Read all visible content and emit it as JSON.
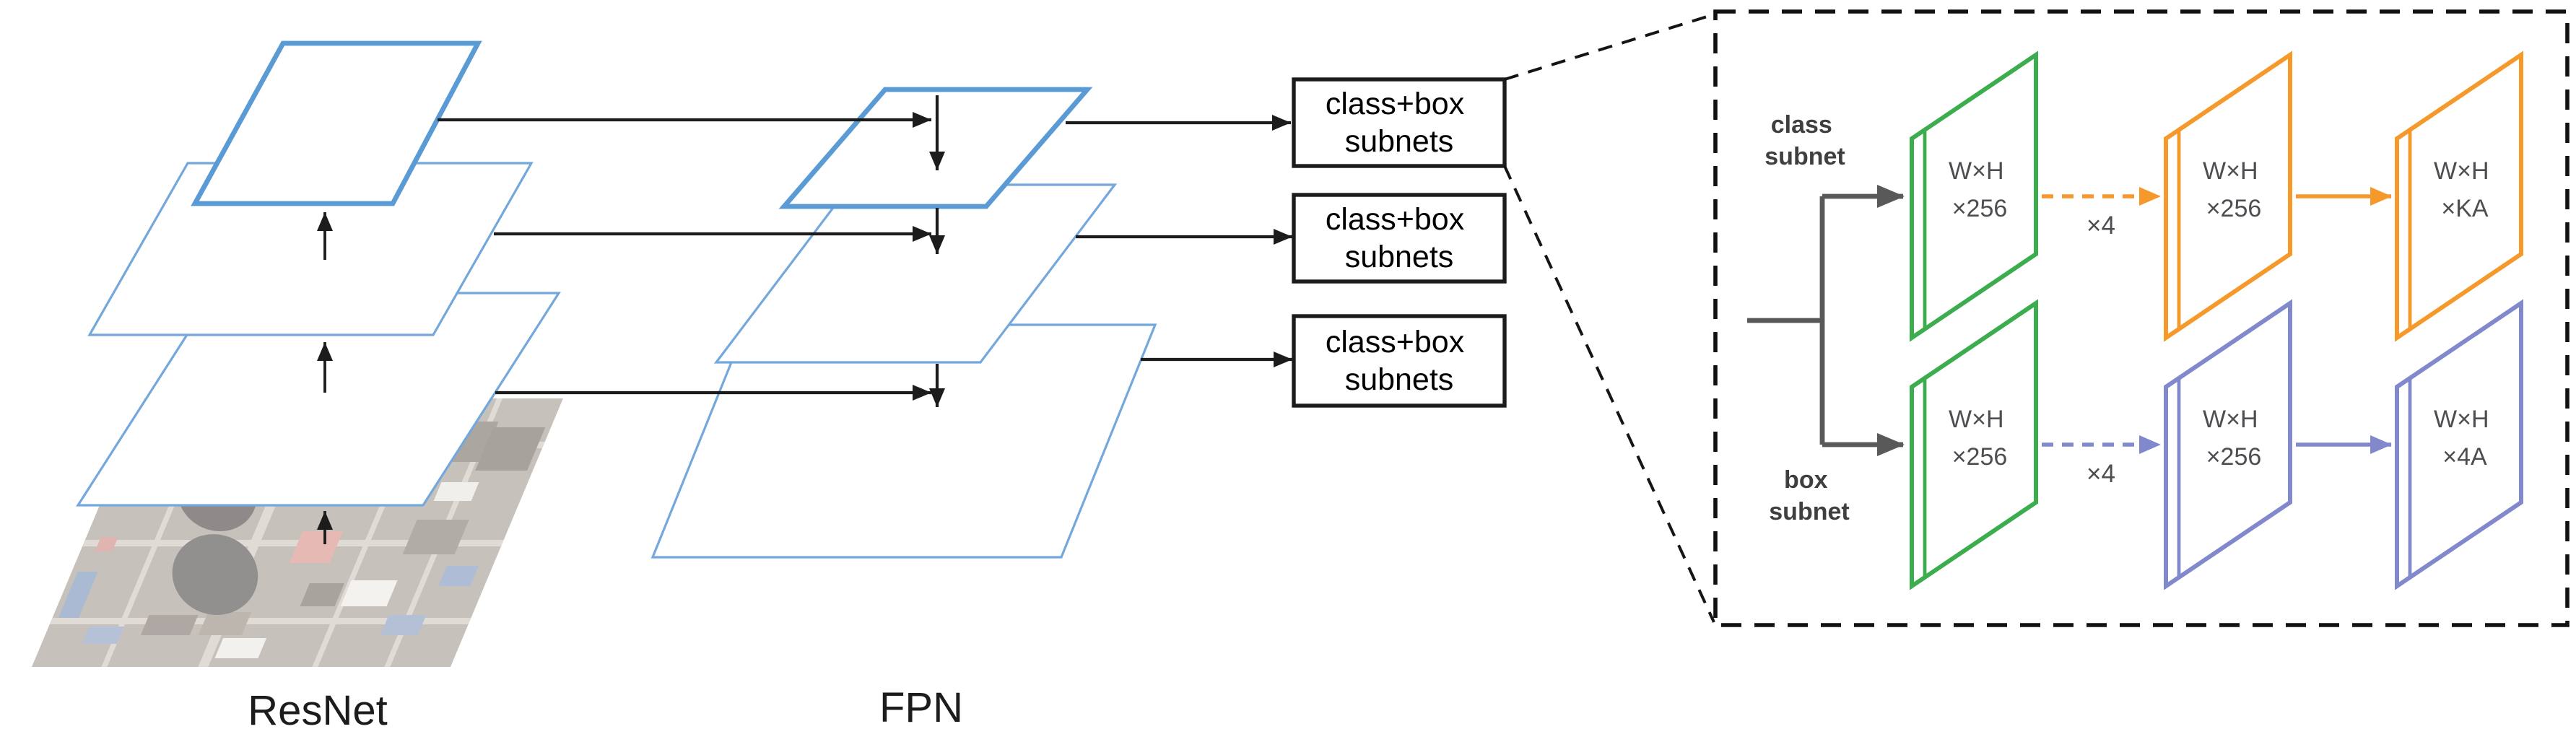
{
  "labels": {
    "backbone": "ResNet",
    "fpn": "FPN"
  },
  "subnet_boxes": [
    {
      "line1": "class+box",
      "line2": "subnets"
    },
    {
      "line1": "class+box",
      "line2": "subnets"
    },
    {
      "line1": "class+box",
      "line2": "subnets"
    }
  ],
  "panel": {
    "class_subnet": {
      "line1": "class",
      "line2": "subnet"
    },
    "box_subnet": {
      "line1": "box",
      "line2": "subnet"
    },
    "class_row": {
      "plates": [
        {
          "line1": "W×H",
          "line2": "×256"
        },
        {
          "line1": "W×H",
          "line2": "×256"
        },
        {
          "line1": "W×H",
          "line2": "×KA"
        }
      ],
      "repeat_label": "×4"
    },
    "box_row": {
      "plates": [
        {
          "line1": "W×H",
          "line2": "×256"
        },
        {
          "line1": "W×H",
          "line2": "×256"
        },
        {
          "line1": "W×H",
          "line2": "×4A"
        }
      ],
      "repeat_label": "×4"
    }
  },
  "colors": {
    "blue_thick": "#5B9BD5",
    "blue_thin": "#74A7DB",
    "black": "#1c1c1c",
    "green": "#3CAD4E",
    "orange": "#F5992B",
    "purple": "#8189CC",
    "gray": "#595959",
    "plate_text": "#4d4e52",
    "diagram_text": "#1c1c1c"
  }
}
